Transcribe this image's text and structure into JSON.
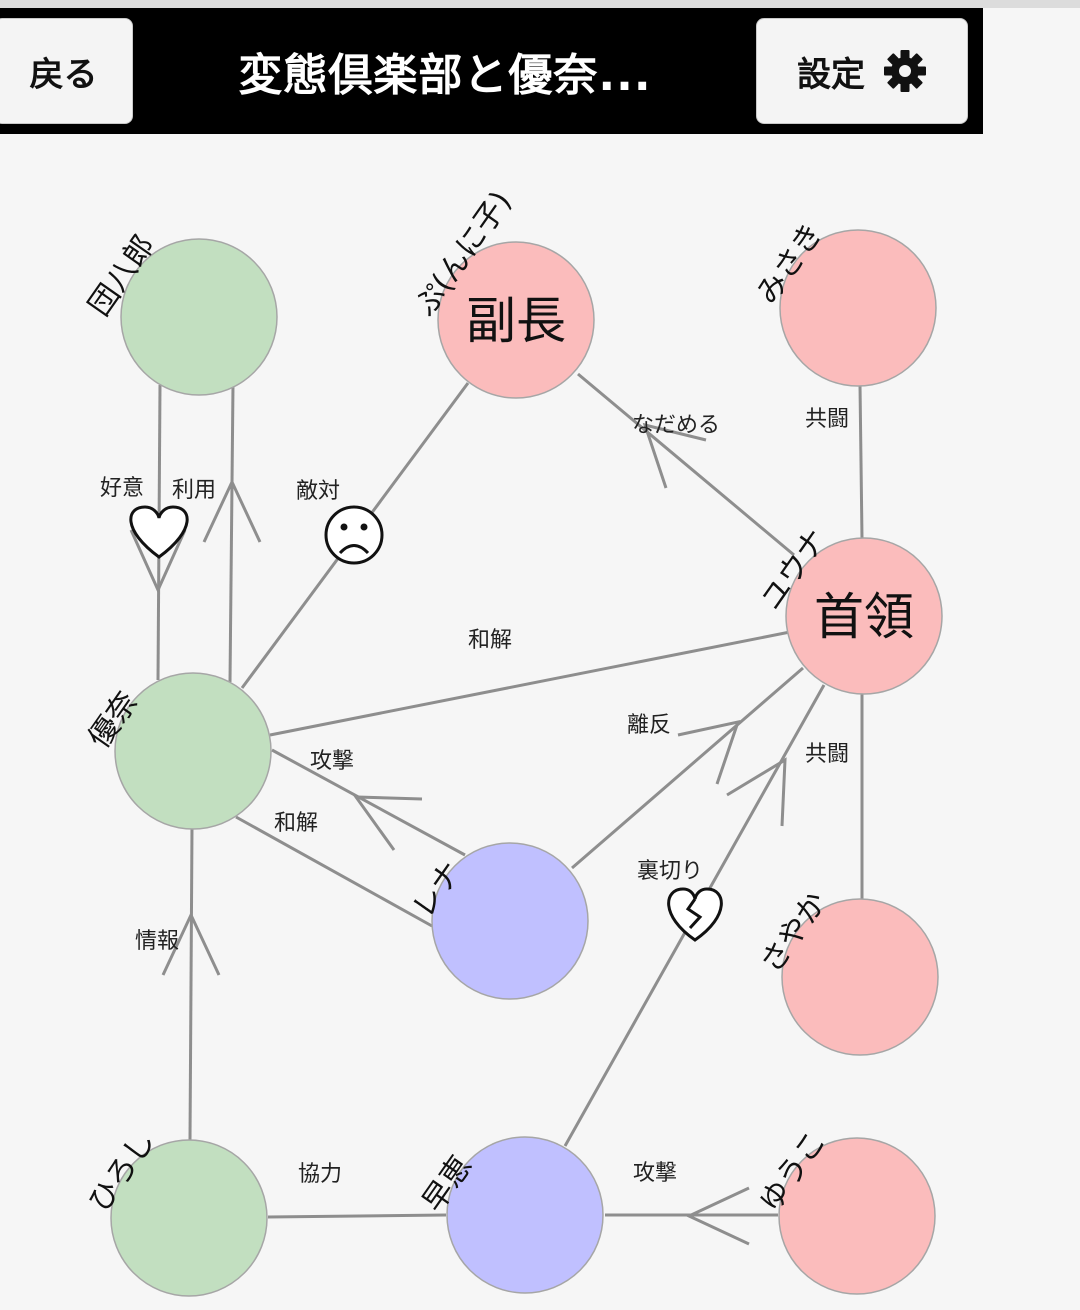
{
  "header": {
    "back_label": "戻る",
    "title": "変態倶楽部と優奈...",
    "settings_label": "設定"
  },
  "icons": {
    "settings": "gear-icon",
    "heart": "heart-icon",
    "sad": "sad-face-icon",
    "broken_heart": "broken-heart-icon"
  },
  "colors": {
    "friend": "#c2dfc0",
    "rival": "#fbbcbc",
    "neutral": "#c0c0ff"
  },
  "nodes": [
    {
      "id": "danpachiro",
      "name": "団八郎",
      "title": "",
      "color": "#c2dfc0"
    },
    {
      "id": "punyuko",
      "name": "ぷ(んに子)",
      "title": "副長",
      "color": "#fbbcbc"
    },
    {
      "id": "misaki",
      "name": "みさき",
      "title": "",
      "color": "#fbbcbc"
    },
    {
      "id": "yuuna",
      "name": "優奈",
      "title": "",
      "color": "#c2dfc0"
    },
    {
      "id": "yuuna2",
      "name": "ユウナ",
      "title": "首領",
      "color": "#fbbcbc"
    },
    {
      "id": "rena",
      "name": "レナ",
      "title": "",
      "color": "#c0c0ff"
    },
    {
      "id": "sayaka",
      "name": "さやか",
      "title": "",
      "color": "#fbbcbc"
    },
    {
      "id": "hiroshi",
      "name": "ひろし",
      "title": "",
      "color": "#c2dfc0"
    },
    {
      "id": "sae",
      "name": "早恵",
      "title": "",
      "color": "#c0c0ff"
    },
    {
      "id": "yuuko",
      "name": "ゆうこ",
      "title": "",
      "color": "#fbbcbc"
    }
  ],
  "edges": [
    {
      "label": "好意"
    },
    {
      "label": "利用"
    },
    {
      "label": "敵対"
    },
    {
      "label": "なだめる"
    },
    {
      "label": "共闘"
    },
    {
      "label": "和解"
    },
    {
      "label": "離反"
    },
    {
      "label": "共闘"
    },
    {
      "label": "攻撃"
    },
    {
      "label": "和解"
    },
    {
      "label": "裏切り"
    },
    {
      "label": "情報"
    },
    {
      "label": "協力"
    },
    {
      "label": "攻撃"
    }
  ]
}
